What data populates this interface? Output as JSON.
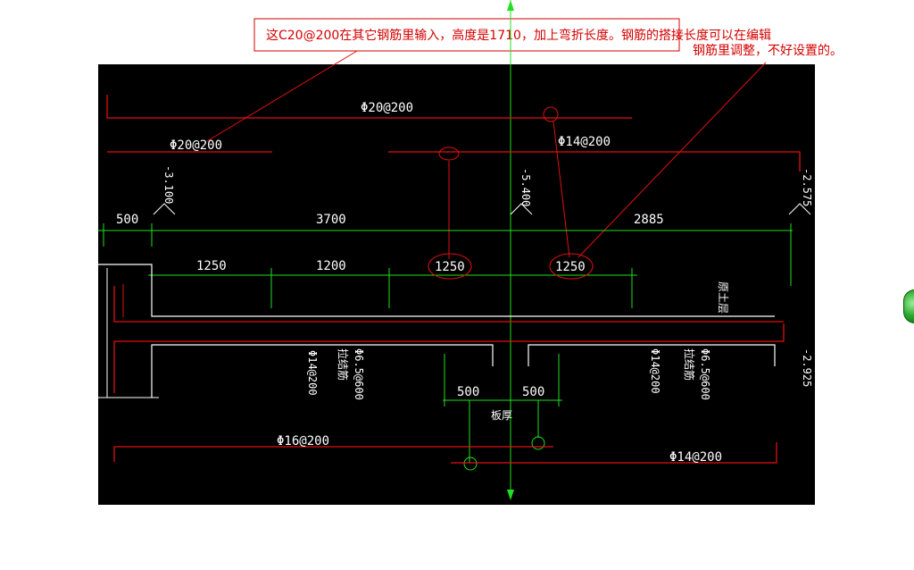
{
  "annotation": {
    "line1": "这C20@200在其它钢筋里输入，高度是1710，加上弯折长度。钢筋的搭接长度可以在编辑",
    "line2": "钢筋里调整，不好设置的。"
  },
  "rebar_labels": {
    "top_long": "Φ20@200",
    "top_short": "Φ20@200",
    "top_right": "Φ14@200",
    "bottom_left": "Φ16@200",
    "bottom_right": "Φ14@200",
    "vertical_left": "Φ14@200",
    "vertical_right": "Φ14@200",
    "dist_left": "Φ6.5@600",
    "dist_right": "Φ6.5@600",
    "dist_note": "拉结筋",
    "dist_note_right": "拉结筋"
  },
  "elevations": {
    "left": "-3.100",
    "center": "-5.400",
    "right": "-2.575",
    "right_low": "-2.925"
  },
  "dimensions": {
    "overall": [
      "500",
      "3700",
      "2885"
    ],
    "spans": [
      "1250",
      "1200",
      "1250",
      "1250"
    ],
    "bottom": [
      "500",
      "500"
    ]
  },
  "tags": {
    "center_label": "板厚",
    "right_wall": "原土层"
  },
  "colors": {
    "background": "#000000",
    "rebar": "#e01010",
    "dimension": "#20e020",
    "annotation": "#d40000"
  }
}
